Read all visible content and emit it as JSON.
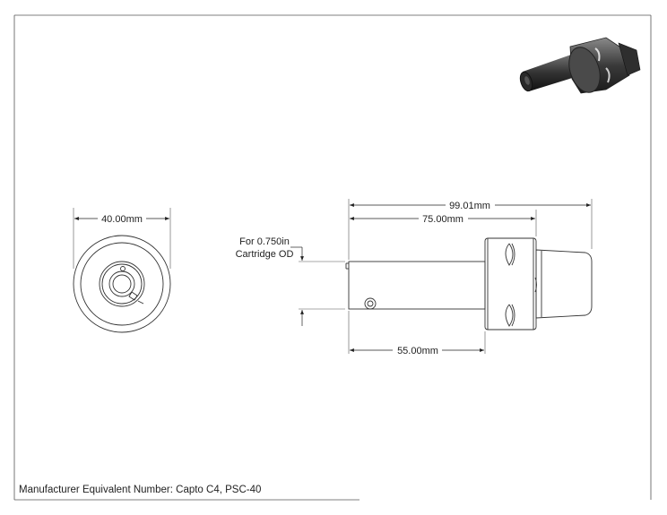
{
  "dimensions": {
    "front_diameter": "40.00mm",
    "overall_length": "99.01mm",
    "length_to_flange": "75.00mm",
    "shank_length": "55.00mm",
    "bore_note_line1": "For 0.750in",
    "bore_note_line2": "Cartridge OD"
  },
  "footer": {
    "manufacturer_line": "Manufacturer Equivalent Number: Capto C4, PSC-40"
  }
}
